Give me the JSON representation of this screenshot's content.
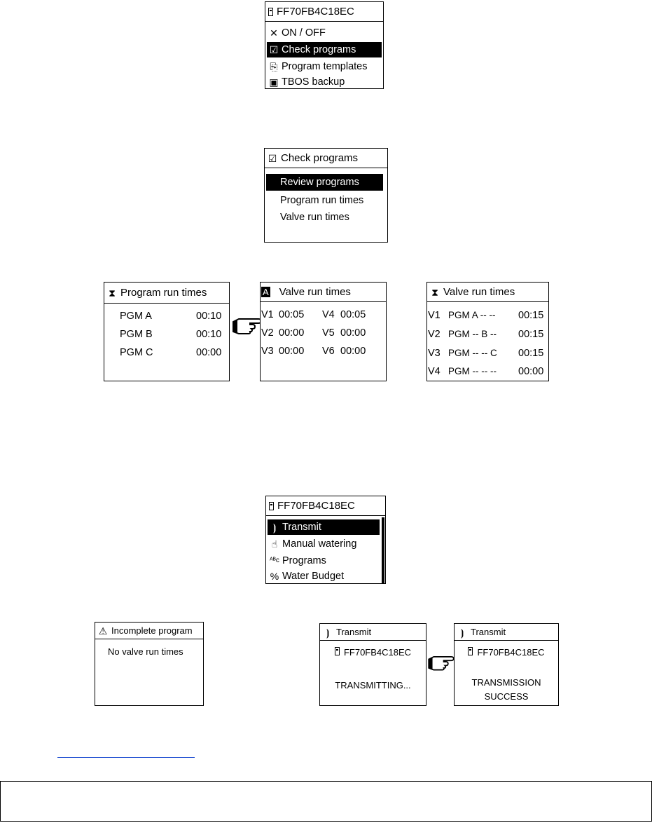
{
  "main_menu": {
    "title": "FF70FB4C18EC",
    "items": [
      {
        "label": "ON / OFF",
        "icon": "scissors-icon"
      },
      {
        "label": "Check programs",
        "icon": "checkbox-icon"
      },
      {
        "label": "Program templates",
        "icon": "templates-icon"
      },
      {
        "label": "TBOS backup",
        "icon": "save-icon"
      }
    ]
  },
  "check_programs": {
    "title": "Check programs",
    "items": [
      "Review programs",
      "Program run times",
      "Valve run times"
    ]
  },
  "program_run_times": {
    "title": "Program run times",
    "rows": [
      {
        "program": "PGM A",
        "time": "00:10"
      },
      {
        "program": "PGM B",
        "time": "00:10"
      },
      {
        "program": "PGM C",
        "time": "00:00"
      }
    ]
  },
  "valve_run_times_a": {
    "title": "Valve run times",
    "badge": "A",
    "cells": [
      [
        "V1",
        "00:05",
        "V4",
        "00:05"
      ],
      [
        "V2",
        "00:00",
        "V5",
        "00:00"
      ],
      [
        "V3",
        "00:00",
        "V6",
        "00:00"
      ]
    ]
  },
  "valve_run_times_detail": {
    "title": "Valve run times",
    "rows": [
      {
        "valve": "V1",
        "programs": "PGM A -- --",
        "time": "00:15"
      },
      {
        "valve": "V2",
        "programs": "PGM -- B --",
        "time": "00:15"
      },
      {
        "valve": "V3",
        "programs": "PGM -- -- C",
        "time": "00:15"
      },
      {
        "valve": "V4",
        "programs": "PGM -- -- --",
        "time": "00:00"
      }
    ]
  },
  "device_menu": {
    "title": "FF70FB4C18EC",
    "items": [
      {
        "label": "Transmit",
        "icon": "transmit-icon"
      },
      {
        "label": "Manual watering",
        "icon": "hand-icon"
      },
      {
        "label": "Programs",
        "icon": "programs-icon"
      },
      {
        "label": "Water Budget",
        "icon": "percent-icon"
      }
    ]
  },
  "incomplete": {
    "title": "Incomplete program",
    "message": "No valve run times"
  },
  "transmitting": {
    "title": "Transmit",
    "device": "FF70FB4C18EC",
    "status": "TRANSMITTING..."
  },
  "transmit_success": {
    "title": "Transmit",
    "device": "FF70FB4C18EC",
    "status_line1": "TRANSMISSION",
    "status_line2": "SUCCESS"
  }
}
